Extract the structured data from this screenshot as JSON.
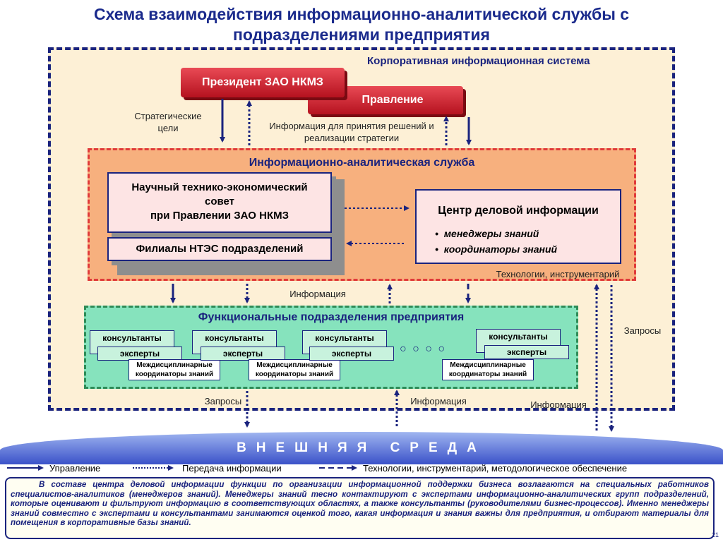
{
  "title_line1": "Схема взаимодействия информационно-аналитической службы с",
  "title_line2": "подразделениями предприятия",
  "corp_system": "Корпоративная информационная система",
  "president": "Президент ЗАО НКМЗ",
  "board": "Правление",
  "strategic_goals": "Стратегические цели",
  "decision_info": "Информация для принятия решений и реализации стратегии",
  "ias_title": "Информационно-аналитическая служба",
  "council_line1": "Научный технико-экономический",
  "council_line2": "совет",
  "council_line3": "при Правлении ЗАО НКМЗ",
  "branches": "Филиалы НТЭС подразделений",
  "cdi_title": "Центр деловой информации",
  "cdi_items": [
    "менеджеры знаний",
    "координаторы знаний"
  ],
  "tech_tools": "Технологии, инструментарий",
  "info_mid": "Информация",
  "func_title": "Функциональные подразделения предприятия",
  "consultants": "консультанты",
  "experts": "эксперты",
  "coordinators_line1": "Междисциплинарные",
  "coordinators_line2": "координаторы знаний",
  "ellipsis": "○ ○ ○ ○",
  "requests_right": "Запросы",
  "requests_bottom": "Запросы",
  "info_bottom1": "Информация",
  "info_bottom2": "Информация",
  "external": "ВНЕШНЯЯ СРЕДА",
  "legend": {
    "control": "Управление",
    "transfer": "Передача информации",
    "tech": "Технологии, инструментарий, методологическое обеспечение"
  },
  "footer_text": "В составе центра деловой информации функции по организации информационной поддержки бизнеса возлагаются на специальных работников специалистов-аналитиков (менеджеров знаний). Менеджеры знаний тесно контактируют с экспертами информационно-аналитических групп подразделений, которые оценивают и фильтруют информацию в соответствующих областях, а также консультанты (руководителями бизнес-процессов). Именно менеджеры знаний совместно с экспертами и консультантами занимаются оценкой того, какая информация и знания важны для предприятия, и отбирают материалы для помещения в корпоративные базы знаний.",
  "page_number": "21",
  "colors": {
    "title": "#1a2a8c",
    "arrow": "#1a237e",
    "red_block": "#c62828",
    "ias_bg": "#f7b07e",
    "func_bg": "#86e3bd",
    "corp_bg": "#fdf0d6"
  }
}
